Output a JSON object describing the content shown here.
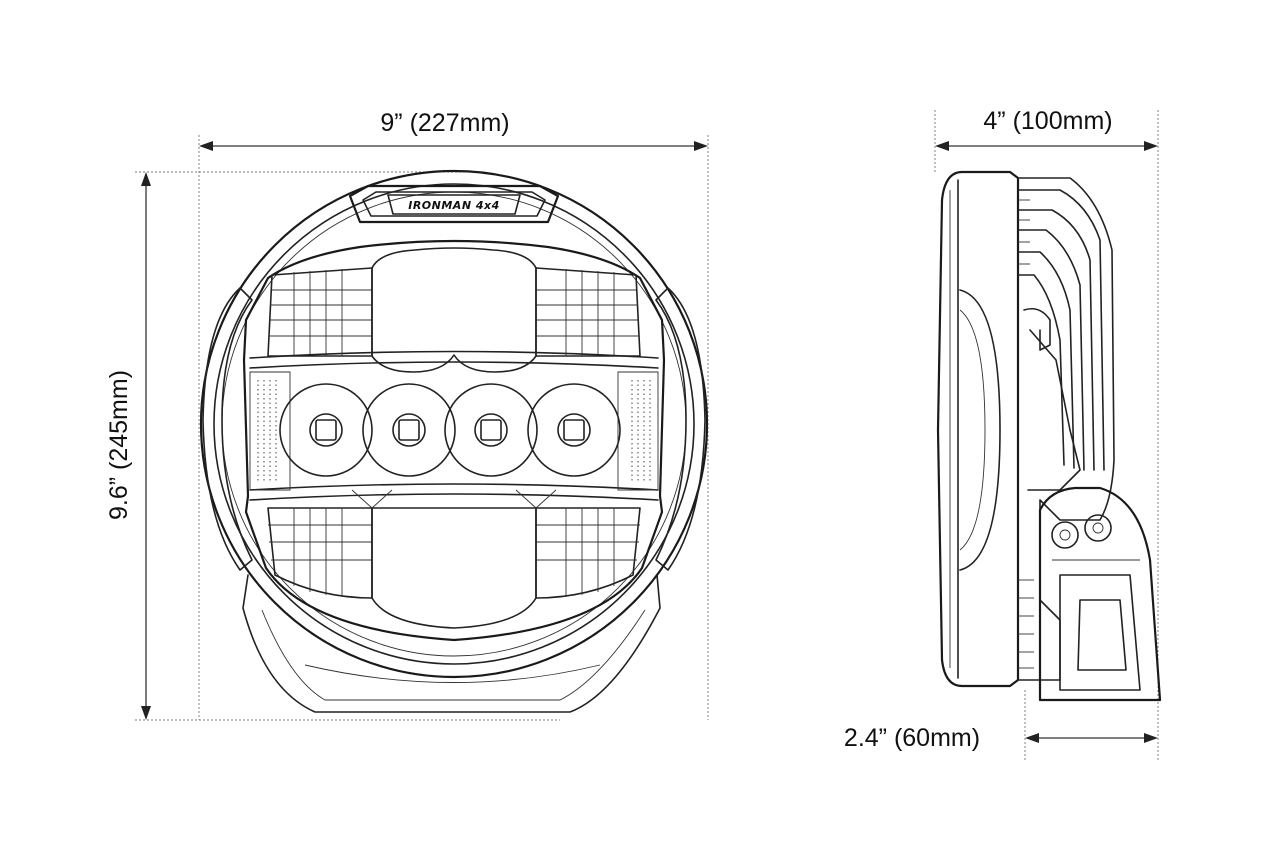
{
  "dimensions": {
    "width_label": "9” (227mm)",
    "height_label": "9.6” (245mm)",
    "depth_label": "4” (100mm)",
    "bracket_label": "2.4” (60mm)"
  },
  "logo": {
    "text": "IRONMAN 4x4"
  },
  "colors": {
    "line": "#222222",
    "background": "#ffffff"
  }
}
